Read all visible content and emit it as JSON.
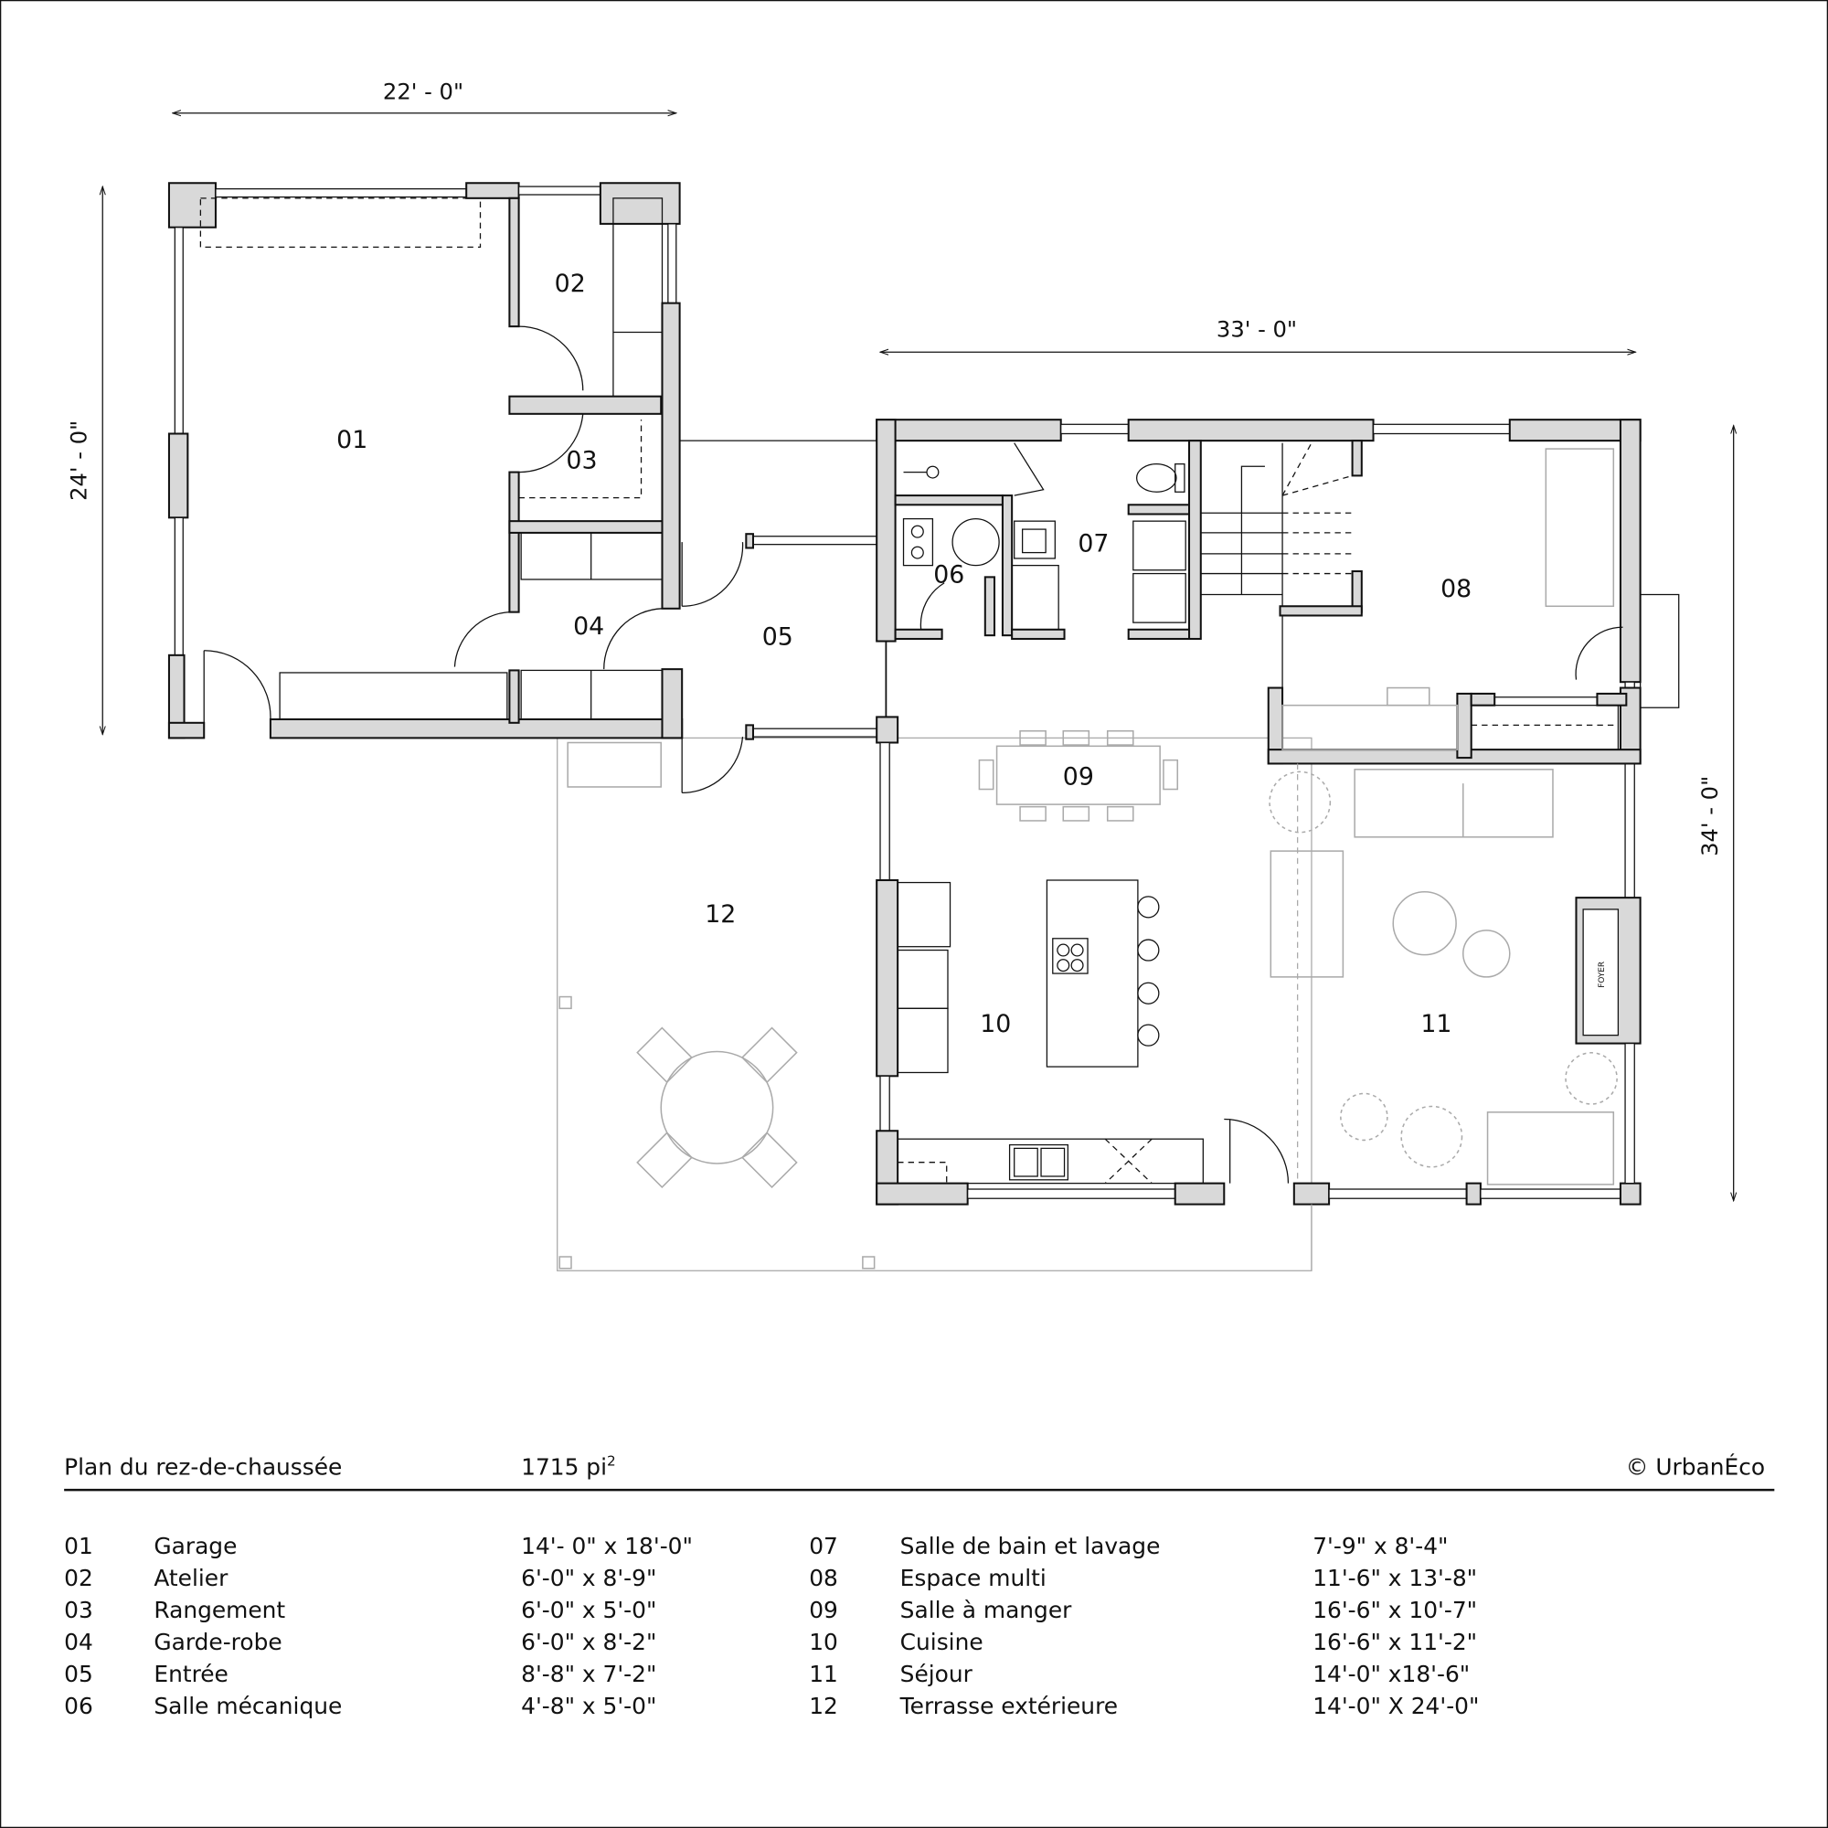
{
  "dimensions": {
    "garage_width": "22' - 0\"",
    "garage_depth": "24' - 0\"",
    "house_width": "33' - 0\"",
    "house_depth": "34' - 0\""
  },
  "room_labels": [
    "01",
    "02",
    "03",
    "04",
    "05",
    "06",
    "07",
    "08",
    "09",
    "10",
    "11",
    "12"
  ],
  "fireplace_label": "FOYER",
  "footer": {
    "title": "Plan du rez-de-chaussée",
    "area": "1715 pi",
    "area_unit_sup": "2",
    "copyright": "© UrbanÉco"
  },
  "legend": [
    {
      "num": "01",
      "name": "Garage",
      "size": "14'- 0\" x 18'-0\""
    },
    {
      "num": "02",
      "name": "Atelier",
      "size": "6'-0\" x 8'-9\""
    },
    {
      "num": "03",
      "name": "Rangement",
      "size": "6'-0\" x 5'-0\""
    },
    {
      "num": "04",
      "name": "Garde-robe",
      "size": "6'-0\" x 8'-2\""
    },
    {
      "num": "05",
      "name": "Entrée",
      "size": "8'-8\" x 7'-2\""
    },
    {
      "num": "06",
      "name": "Salle mécanique",
      "size": "4'-8\" x 5'-0\""
    },
    {
      "num": "07",
      "name": "Salle de bain et lavage",
      "size": "7'-9\" x 8'-4\""
    },
    {
      "num": "08",
      "name": "Espace multi",
      "size": "11'-6\" x 13'-8\""
    },
    {
      "num": "09",
      "name": "Salle à manger",
      "size": "16'-6\" x 10'-7\""
    },
    {
      "num": "10",
      "name": "Cuisine",
      "size": "16'-6\" x 11'-2\""
    },
    {
      "num": "11",
      "name": "Séjour",
      "size": "14'-0\" x18'-6\""
    },
    {
      "num": "12",
      "name": "Terrasse extérieure",
      "size": "14'-0\" X 24'-0\""
    }
  ]
}
